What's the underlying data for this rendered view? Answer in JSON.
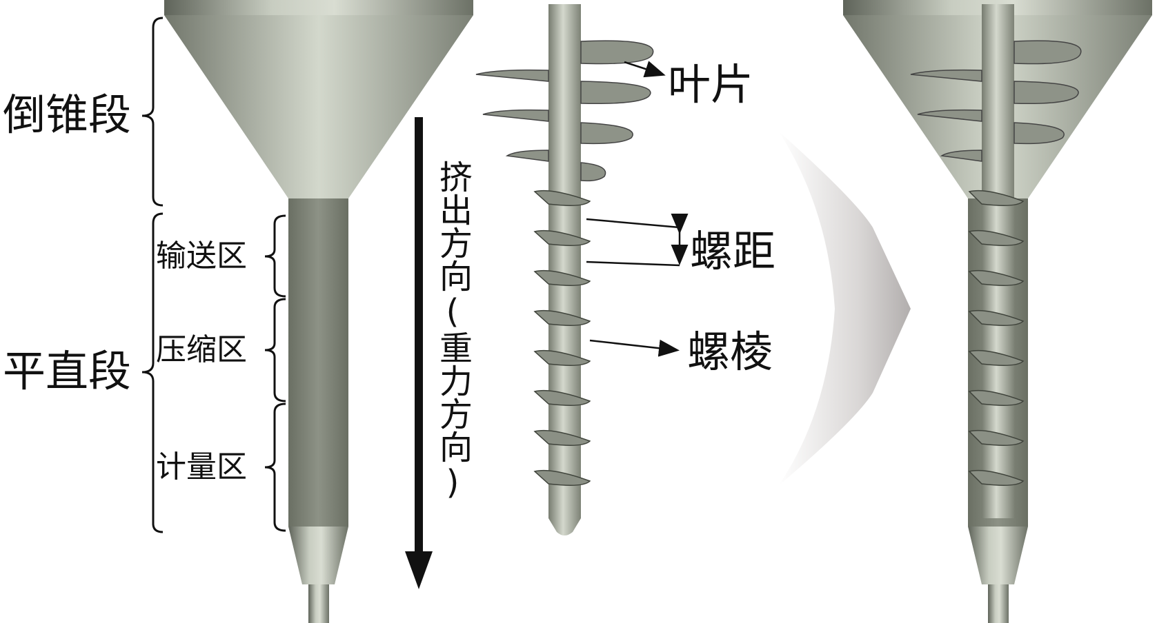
{
  "labels": {
    "cone_section": "倒锥段",
    "straight_section": "平直段",
    "feed_zone": "输送区",
    "compression_zone": "压缩区",
    "metering_zone": "计量区",
    "extrusion_direction": "挤出方向(重力方向)",
    "blade": "叶片",
    "pitch": "螺距",
    "flight": "螺棱"
  },
  "colors": {
    "metal_light": "#c9cec3",
    "metal_mid": "#9aa092",
    "metal_dark": "#666b60",
    "ink": "#111111"
  }
}
